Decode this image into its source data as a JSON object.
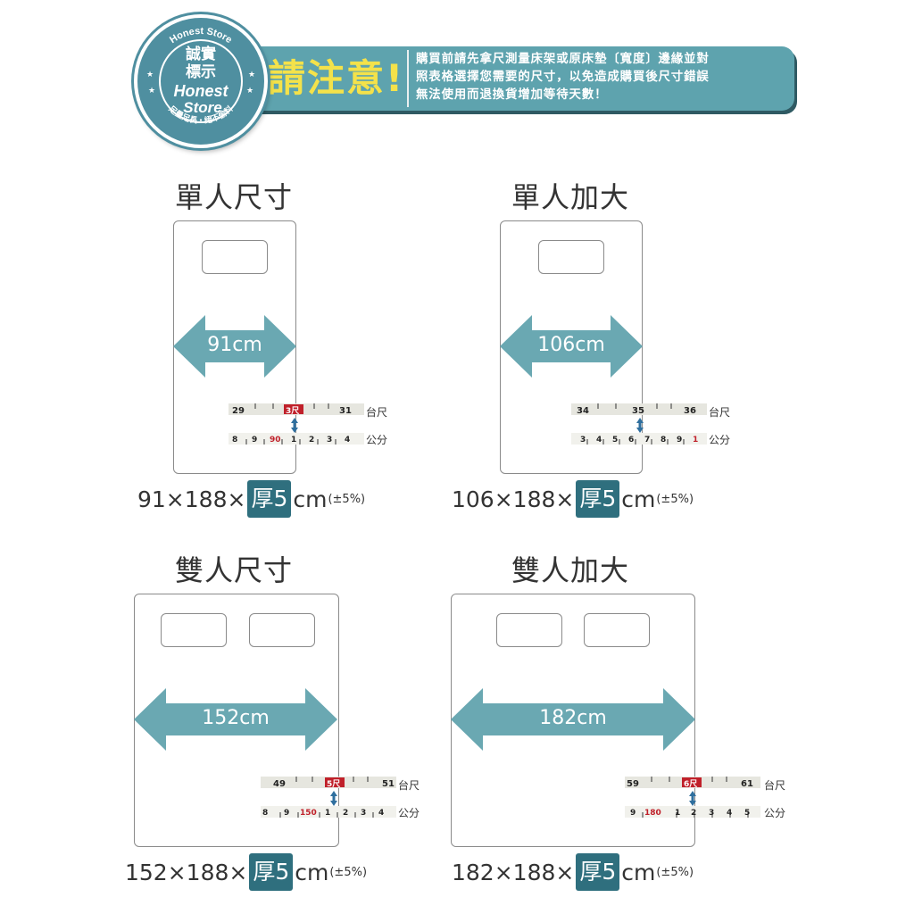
{
  "header": {
    "seal": {
      "ring_text": "Honest Store",
      "line1": "誠實",
      "line2": "標示",
      "brand1": "Honest",
      "brand2": "Store",
      "bottom_text": "足量足長・絕不偷料"
    },
    "notice_title": "請注意!",
    "notice_lines": [
      "購買前請先拿尺測量床架或原床墊〔寬度〕邊緣並對",
      "照表格選擇您需要的尺寸，以免造成購買後尺寸錯誤",
      "無法使用而退換貨增加等待天數！"
    ]
  },
  "beds": [
    {
      "title": "單人尺寸",
      "width_label": "91cm",
      "tape_top": [
        "29",
        "3尺",
        "31"
      ],
      "tape_bottom": [
        "8",
        "9",
        "90",
        "1",
        "2",
        "3",
        "4"
      ],
      "dim_prefix": "91×188×",
      "thickness": "厚5",
      "unit": "cm",
      "tolerance": "(±5%)"
    },
    {
      "title": "單人加大",
      "width_label": "106cm",
      "tape_top": [
        "34",
        "35",
        "36"
      ],
      "tape_bottom": [
        "3",
        "4",
        "5",
        "6",
        "7",
        "8",
        "9",
        "1"
      ],
      "dim_prefix": "106×188×",
      "thickness": "厚5",
      "unit": "cm",
      "tolerance": "(±5%)"
    },
    {
      "title": "雙人尺寸",
      "width_label": "152cm",
      "tape_top": [
        "49",
        "5尺",
        "51"
      ],
      "tape_bottom": [
        "8",
        "9",
        "150",
        "1",
        "2",
        "3",
        "4"
      ],
      "dim_prefix": "152×188×",
      "thickness": "厚5",
      "unit": "cm",
      "tolerance": "(±5%)"
    },
    {
      "title": "雙人加大",
      "width_label": "182cm",
      "tape_top": [
        "59",
        "6尺",
        "61"
      ],
      "tape_bottom": [
        "9",
        "180",
        "1",
        "2",
        "3",
        "4",
        "5"
      ],
      "dim_prefix": "182×188×",
      "thickness": "厚5",
      "unit": "cm",
      "tolerance": "(±5%)"
    }
  ],
  "units": {
    "taichi": "台尺",
    "gongfen": "公分"
  },
  "colors": {
    "teal": "#5ea3ae",
    "arrow": "#6aa8b2",
    "dark_teal": "#2f6f7e",
    "yellow": "#f4e24a",
    "red_mark": "#c0202a"
  }
}
